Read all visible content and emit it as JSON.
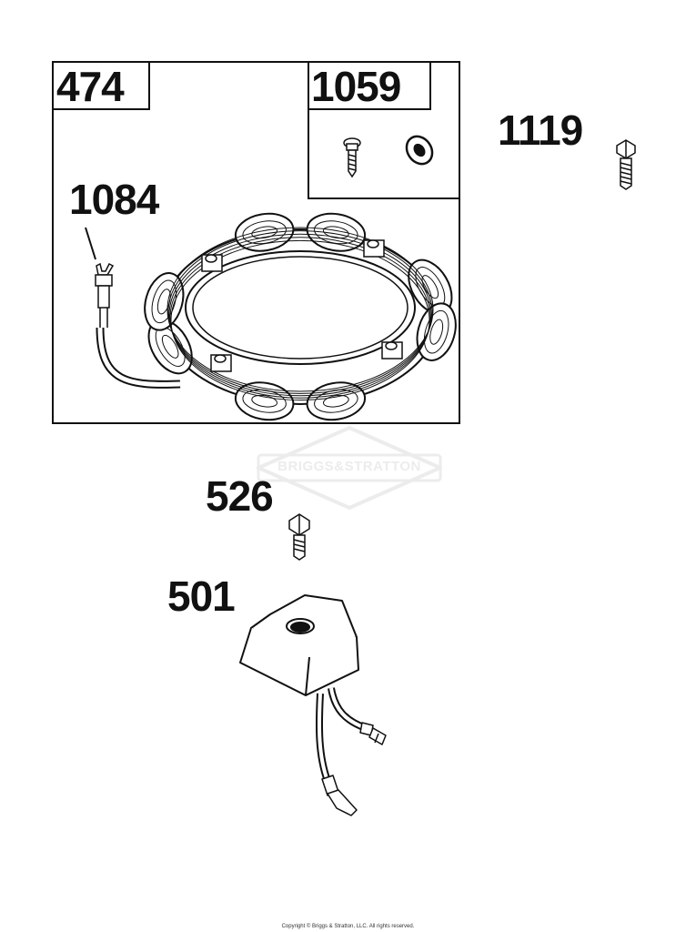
{
  "diagram": {
    "colors": {
      "line": "#111111",
      "fill": "#ffffff",
      "shade": "#8a8a8a",
      "watermark": "#e6e6e6"
    },
    "callouts": [
      {
        "id": "474",
        "text": "474"
      },
      {
        "id": "1059",
        "text": "1059"
      },
      {
        "id": "1119",
        "text": "1119"
      },
      {
        "id": "1084",
        "text": "1084"
      },
      {
        "id": "526",
        "text": "526"
      },
      {
        "id": "501",
        "text": "501"
      }
    ],
    "parts": [
      {
        "callout": "474",
        "item": "stator-ring"
      },
      {
        "callout": "1059",
        "item": "screw-and-washer-kit"
      },
      {
        "callout": "1119",
        "item": "hex-bolt"
      },
      {
        "callout": "1084",
        "item": "wire-connector"
      },
      {
        "callout": "526",
        "item": "hex-bolt"
      },
      {
        "callout": "501",
        "item": "regulator-block"
      }
    ],
    "watermark": {
      "text": "BRIGGS&STRATTON"
    },
    "copyright": "Copyright © Briggs & Stratton, LLC. All rights reserved."
  }
}
